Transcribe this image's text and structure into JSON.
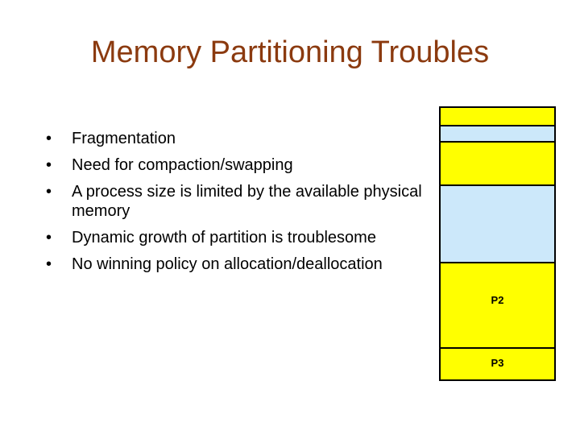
{
  "slide": {
    "title": "Memory Partitioning Troubles",
    "bullet_symbol": "•",
    "bullets": [
      "Fragmentation",
      "Need for compaction/swapping",
      "A process size is limited by the available physical memory",
      "Dynamic growth of partition is troublesome",
      "No winning policy on allocation/deallocation"
    ]
  },
  "memory": {
    "colors": {
      "allocated": "#FFFF00",
      "free": "#CCE8FA",
      "border": "#000000",
      "title": "#8B3A0F"
    },
    "segments": [
      {
        "state": "allocated",
        "label": ""
      },
      {
        "state": "free",
        "label": ""
      },
      {
        "state": "allocated",
        "label": ""
      },
      {
        "state": "free",
        "label": ""
      },
      {
        "state": "allocated",
        "label": "P2"
      },
      {
        "state": "allocated",
        "label": "P3"
      }
    ]
  }
}
